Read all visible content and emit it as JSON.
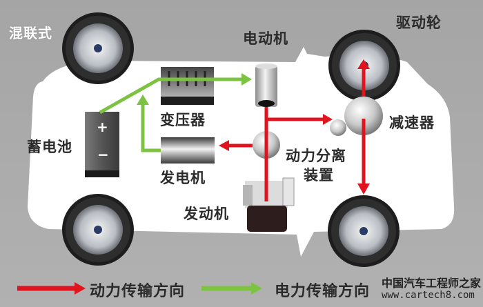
{
  "title": "混联式",
  "components": {
    "motor": "电动机",
    "drive_wheel": "驱动轮",
    "battery": "蓄电池",
    "inverter": "变压器",
    "generator": "发电机",
    "reducer": "减速器",
    "power_split_line1": "动力分离",
    "power_split_line2": "装置",
    "engine": "发动机"
  },
  "battery_symbols": {
    "plus": "+",
    "minus": "−"
  },
  "legend": {
    "power_flow": {
      "label": "动力传输方向",
      "color": "#e0141e"
    },
    "electric_flow": {
      "label": "电力传输方向",
      "color": "#7ec242"
    }
  },
  "watermark": {
    "name": "中国汽车工程师之家",
    "url": "www.cartech8.com"
  }
}
